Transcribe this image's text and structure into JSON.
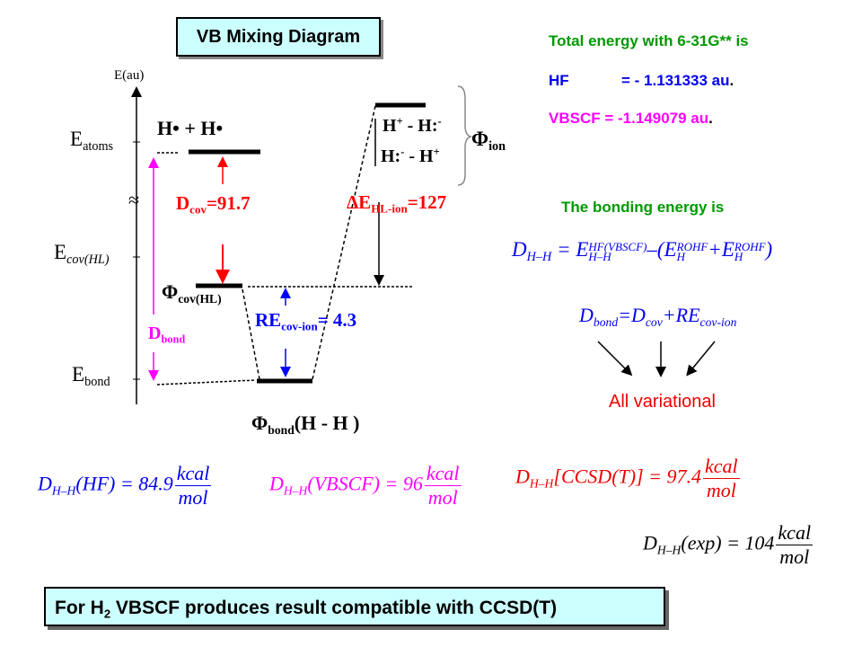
{
  "title": "VB Mixing Diagram",
  "info": {
    "total_energy": "Total energy with  6-31G**  is",
    "hf_label": "HF",
    "hf_value": "= - 1.131333 au",
    "vbscf": "VBSCF = -1.149079 au",
    "bonding_energy": "The bonding energy is",
    "all_variational": "All variational"
  },
  "diagram": {
    "axis_label": "E(au)",
    "e_atoms": {
      "main": "E",
      "sub": "atoms"
    },
    "e_cov": {
      "main": "E",
      "sub": "cov(HL)"
    },
    "e_bond": {
      "main": "E",
      "sub": "bond"
    },
    "approx": "≈",
    "h_atoms": "H• +  H•",
    "d_cov": {
      "main": "D",
      "sub": "cov",
      "value": "=91.7"
    },
    "phi_cov": {
      "main": "Φ",
      "sub": "cov(HL)"
    },
    "re": {
      "main": "RE",
      "sub": "cov-ion",
      "value": "= 4.3"
    },
    "d_bond": {
      "main": "D",
      "sub": "bond"
    },
    "delta_e": {
      "main": "ΔE",
      "sub": "HL-ion",
      "value": "=127"
    },
    "ion_line1": {
      "a": "H",
      "a_sup": "+",
      "b": " - H:",
      "b_sup": "-"
    },
    "ion_line2": {
      "a": "H:",
      "a_sup": "-",
      "b": " - H",
      "b_sup": "+"
    },
    "phi_ion": {
      "main": "Φ",
      "sub": "ion"
    },
    "phi_bond": {
      "main": "Φ",
      "sub": "bond",
      "rest": "(H - H )"
    }
  },
  "equations": {
    "dhh_def": {
      "lhs": "D",
      "lhs_sub": "H–H",
      "eq": " = E",
      "e_sup": "HF(VBSCF)",
      "e_sub": "H–H",
      "mid": "–(E",
      "eh_sup": "ROHF",
      "eh_sub": "H",
      "plus": "+E",
      "eh2_sup": "ROHF",
      "eh2_sub": "H",
      "close": ")"
    },
    "dbond_def": {
      "lhs": "D",
      "lhs_sub": "bond",
      "eq": "=D",
      "d_sub": "cov",
      "plus": "+RE",
      "re_sub": "cov-ion"
    },
    "dhf": {
      "lhs": "D",
      "lhs_sub": "H–H",
      "arg": "(HF) = 84.9",
      "num": "kcal",
      "den": "mol"
    },
    "dvbscf": {
      "lhs": "D",
      "lhs_sub": "H–H",
      "arg": "(VBSCF) = 96",
      "num": "kcal",
      "den": "mol"
    },
    "dccsd": {
      "lhs": "D",
      "lhs_sub": "H–H",
      "arg": "[CCSD(T)] = 97.4",
      "num": "kcal",
      "den": "mol"
    },
    "dexp": {
      "lhs": "D",
      "lhs_sub": "H–H",
      "arg": "(exp) = 104",
      "num": "kcal",
      "den": "mol"
    }
  },
  "conclusion": {
    "pre": "For H",
    "sub": "2",
    "post": " VBSCF produces result compatible with CCSD(T)"
  },
  "colors": {
    "green": "#009900",
    "blue": "#0000ee",
    "magenta": "#ff00ff",
    "red": "#ee0000",
    "box": "#ccffff"
  }
}
